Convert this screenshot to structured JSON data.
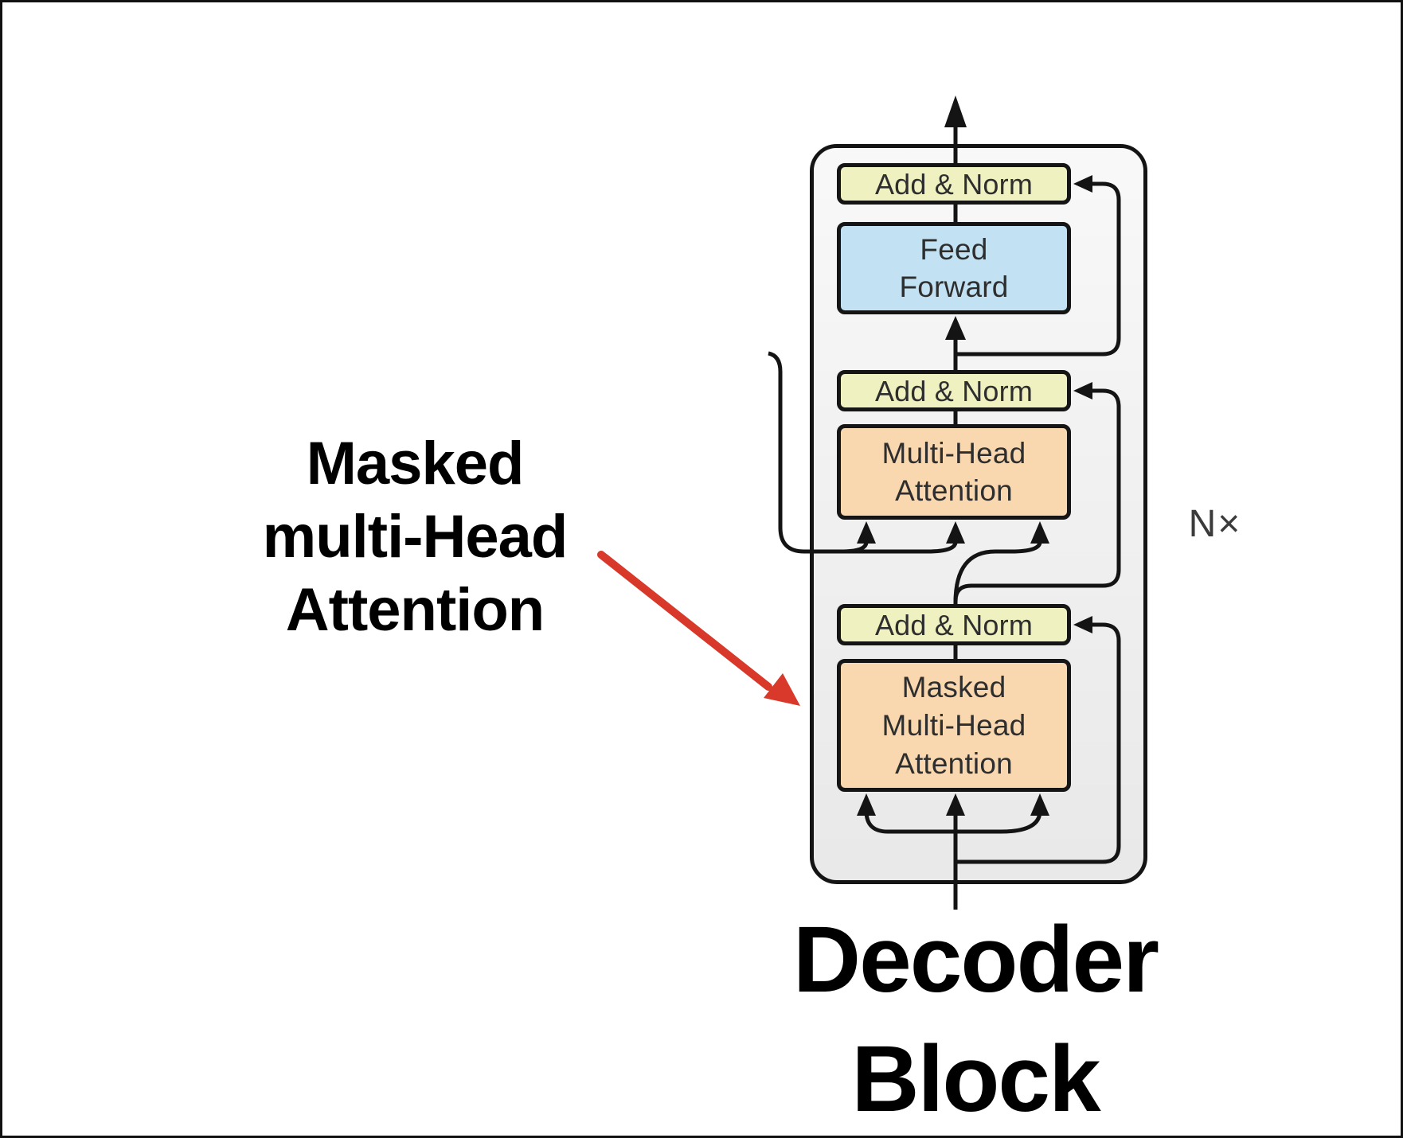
{
  "annotation": {
    "label": "Masked\nmulti-Head\nAttention",
    "arrow_color": "#d8392a"
  },
  "diagram": {
    "caption": "Decoder\nBlock",
    "repeat_label": "N×",
    "line_color": "#141414",
    "container_fill": "#f1f1f1",
    "blocks": [
      {
        "id": "add-norm-top",
        "label": "Add & Norm",
        "fill": "#eff1c0"
      },
      {
        "id": "feed-forward",
        "label": "Feed\nForward",
        "fill": "#c2e2f3"
      },
      {
        "id": "add-norm-middle",
        "label": "Add & Norm",
        "fill": "#eff1c0"
      },
      {
        "id": "multi-head-attention",
        "label": "Multi-Head\nAttention",
        "fill": "#f9d8b0"
      },
      {
        "id": "add-norm-bottom",
        "label": "Add & Norm",
        "fill": "#eff1c0"
      },
      {
        "id": "masked-multi-head-attention",
        "label": "Masked\nMulti-Head\nAttention",
        "fill": "#f9d8b0"
      }
    ]
  }
}
